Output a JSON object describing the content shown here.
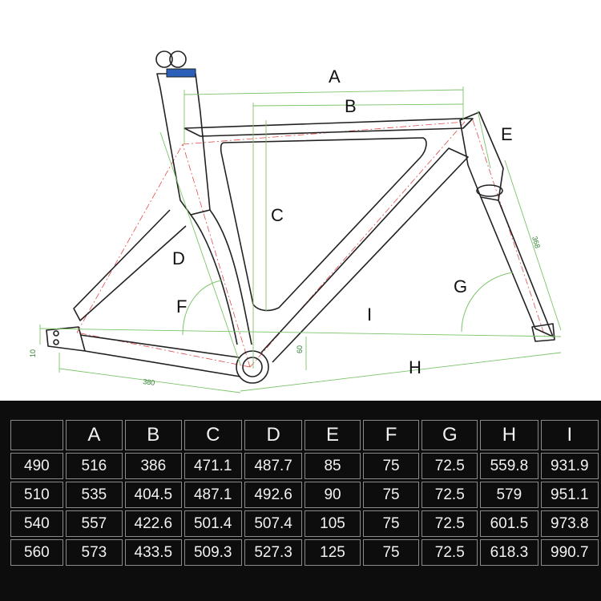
{
  "diagram": {
    "dimension_labels": {
      "A": "A",
      "B": "B",
      "C": "C",
      "D": "D",
      "E": "E",
      "F": "F",
      "G": "G",
      "H": "H",
      "I": "I"
    },
    "annotations": {
      "chainstay": "380",
      "headtube": "368",
      "bb_drop": "60",
      "dropout": "10"
    }
  },
  "table": {
    "headers": [
      "",
      "A",
      "B",
      "C",
      "D",
      "E",
      "F",
      "G",
      "H",
      "I"
    ],
    "rows": [
      [
        "490",
        "516",
        "386",
        "471.1",
        "487.7",
        "85",
        "75",
        "72.5",
        "559.8",
        "931.9"
      ],
      [
        "510",
        "535",
        "404.5",
        "487.1",
        "492.6",
        "90",
        "75",
        "72.5",
        "579",
        "951.1"
      ],
      [
        "540",
        "557",
        "422.6",
        "501.4",
        "507.4",
        "105",
        "75",
        "72.5",
        "601.5",
        "973.8"
      ],
      [
        "560",
        "573",
        "433.5",
        "509.3",
        "527.3",
        "125",
        "75",
        "72.5",
        "618.3",
        "990.7"
      ]
    ]
  }
}
